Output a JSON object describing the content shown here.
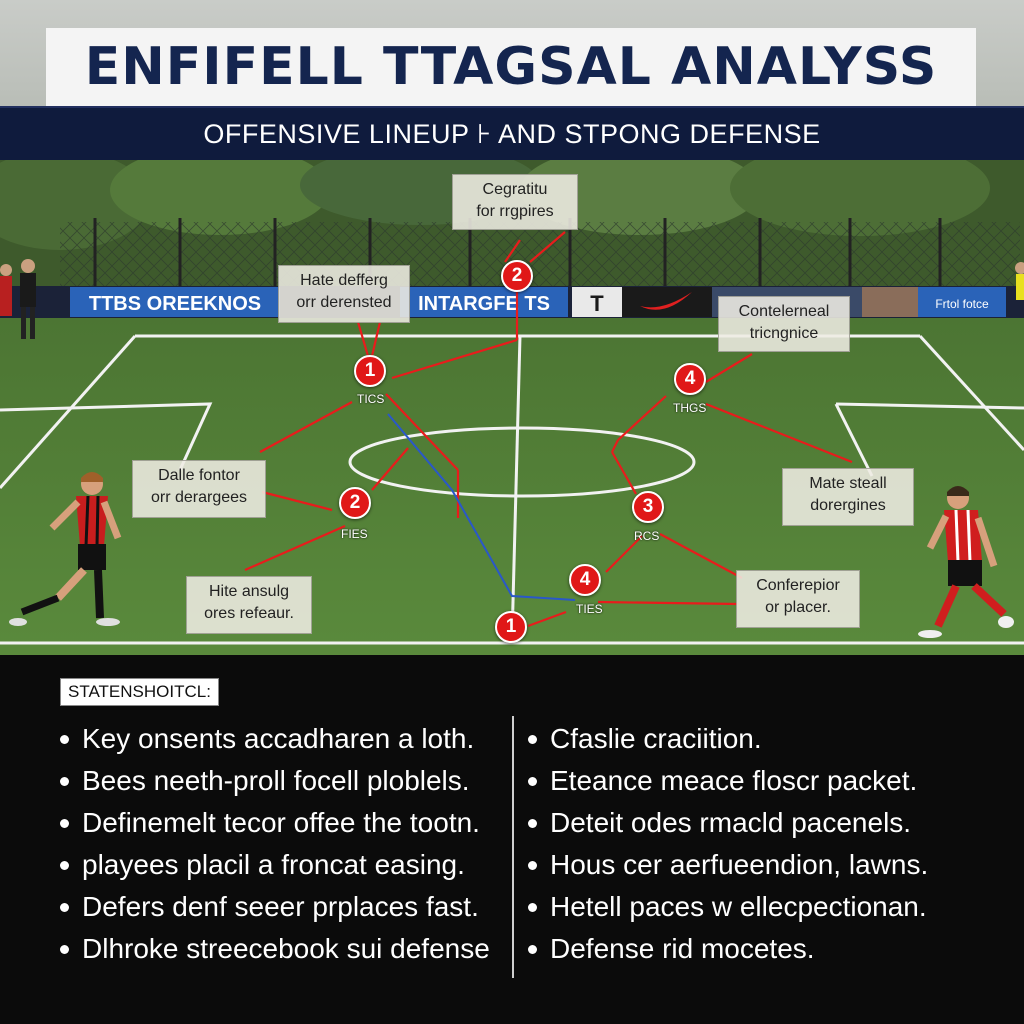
{
  "header": {
    "title": "ENFIFELL TTAGSAL ANALYSS",
    "subtitle": "OFFENSIVE LINEUP ⊦ AND STPONG DEFENSE"
  },
  "banners": {
    "left_board": "TTBS OREEKNOS",
    "middle_board": "INTARGFE TS",
    "sponsor_letter": "T",
    "right_board": "Frtol fotce"
  },
  "callouts": [
    {
      "id": "top-center",
      "text": "Cegratitu\nfor rrgpires"
    },
    {
      "id": "left-upper",
      "text": "Hate defferg\norr derensted"
    },
    {
      "id": "right-upper",
      "text": "Contelerneal\ntricngnice"
    },
    {
      "id": "left-middle",
      "text": "Dalle fontor\norr derargees"
    },
    {
      "id": "right-middle",
      "text": "Mate steall\ndorergines"
    },
    {
      "id": "left-lower",
      "text": "Hite ansulg\nores refeaur."
    },
    {
      "id": "right-lower",
      "text": "Conferepior\nor placer."
    }
  ],
  "markers": [
    {
      "id": "m1",
      "label": "1"
    },
    {
      "id": "m2",
      "label": "2"
    },
    {
      "id": "m3",
      "label": "2"
    },
    {
      "id": "m4",
      "label": "4"
    },
    {
      "id": "m5",
      "label": "3"
    },
    {
      "id": "m6",
      "label": "4"
    },
    {
      "id": "m7",
      "label": "1"
    }
  ],
  "tags": [
    "TICS",
    "FIES",
    "THGS",
    "RCS",
    "TIES"
  ],
  "stats": {
    "label": "STATENSHOITCL:",
    "left": [
      "Key onsents accadharen a loth.",
      "Bees neeth-proll focell ploblels.",
      "Definemelt tecor offee the tootn.",
      "playees placil a froncat easing.",
      "Defers denf seeer prplaces fast.",
      "Dlhroke streecebook sui defense"
    ],
    "right": [
      "Cfaslie craciition.",
      "Eteance meace floscr packet.",
      "Deteit odes rmacld pacenels.",
      "Hous cer aerfueendion, lawns.",
      "Hetell paces w ellecpectionan.",
      "Defense rid mocetes."
    ]
  },
  "colors": {
    "title_navy": "#14254f",
    "subtitle_bar": "#0f1b3d",
    "marker_red": "#e01818",
    "pitch_green": "#4f7a33",
    "banner_blue": "#2a63b8"
  }
}
